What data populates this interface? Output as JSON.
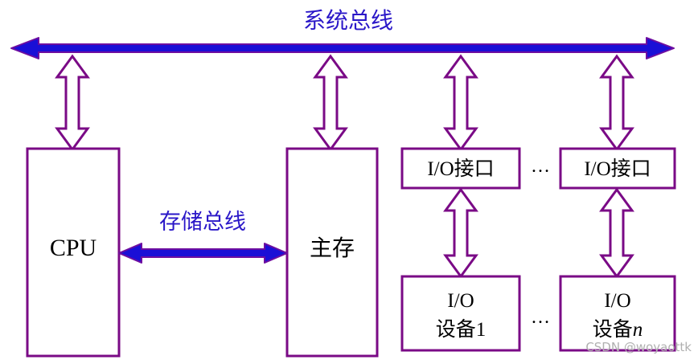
{
  "title": "系统总线",
  "memory_bus_label": "存储总线",
  "cpu_label": "CPU",
  "main_memory_label": "主存",
  "io_interface_1": "I/O接口",
  "io_interface_n": "I/O接口",
  "ellipsis": "…",
  "io_device_1": {
    "line1": "I/O",
    "line2_prefix": "设备",
    "line2_suffix": "1"
  },
  "io_device_n": {
    "line1": "I/O",
    "line2_prefix": "设备",
    "line2_suffix": "n"
  },
  "watermark": "CSDN @woyaottk",
  "colors": {
    "bus": "#1a0fd6",
    "bus_outline": "#6e0ea0",
    "box": "#7a0a86",
    "blue_text": "#2a17c8",
    "text": "#000000",
    "watermark": "#b0b0b0"
  }
}
